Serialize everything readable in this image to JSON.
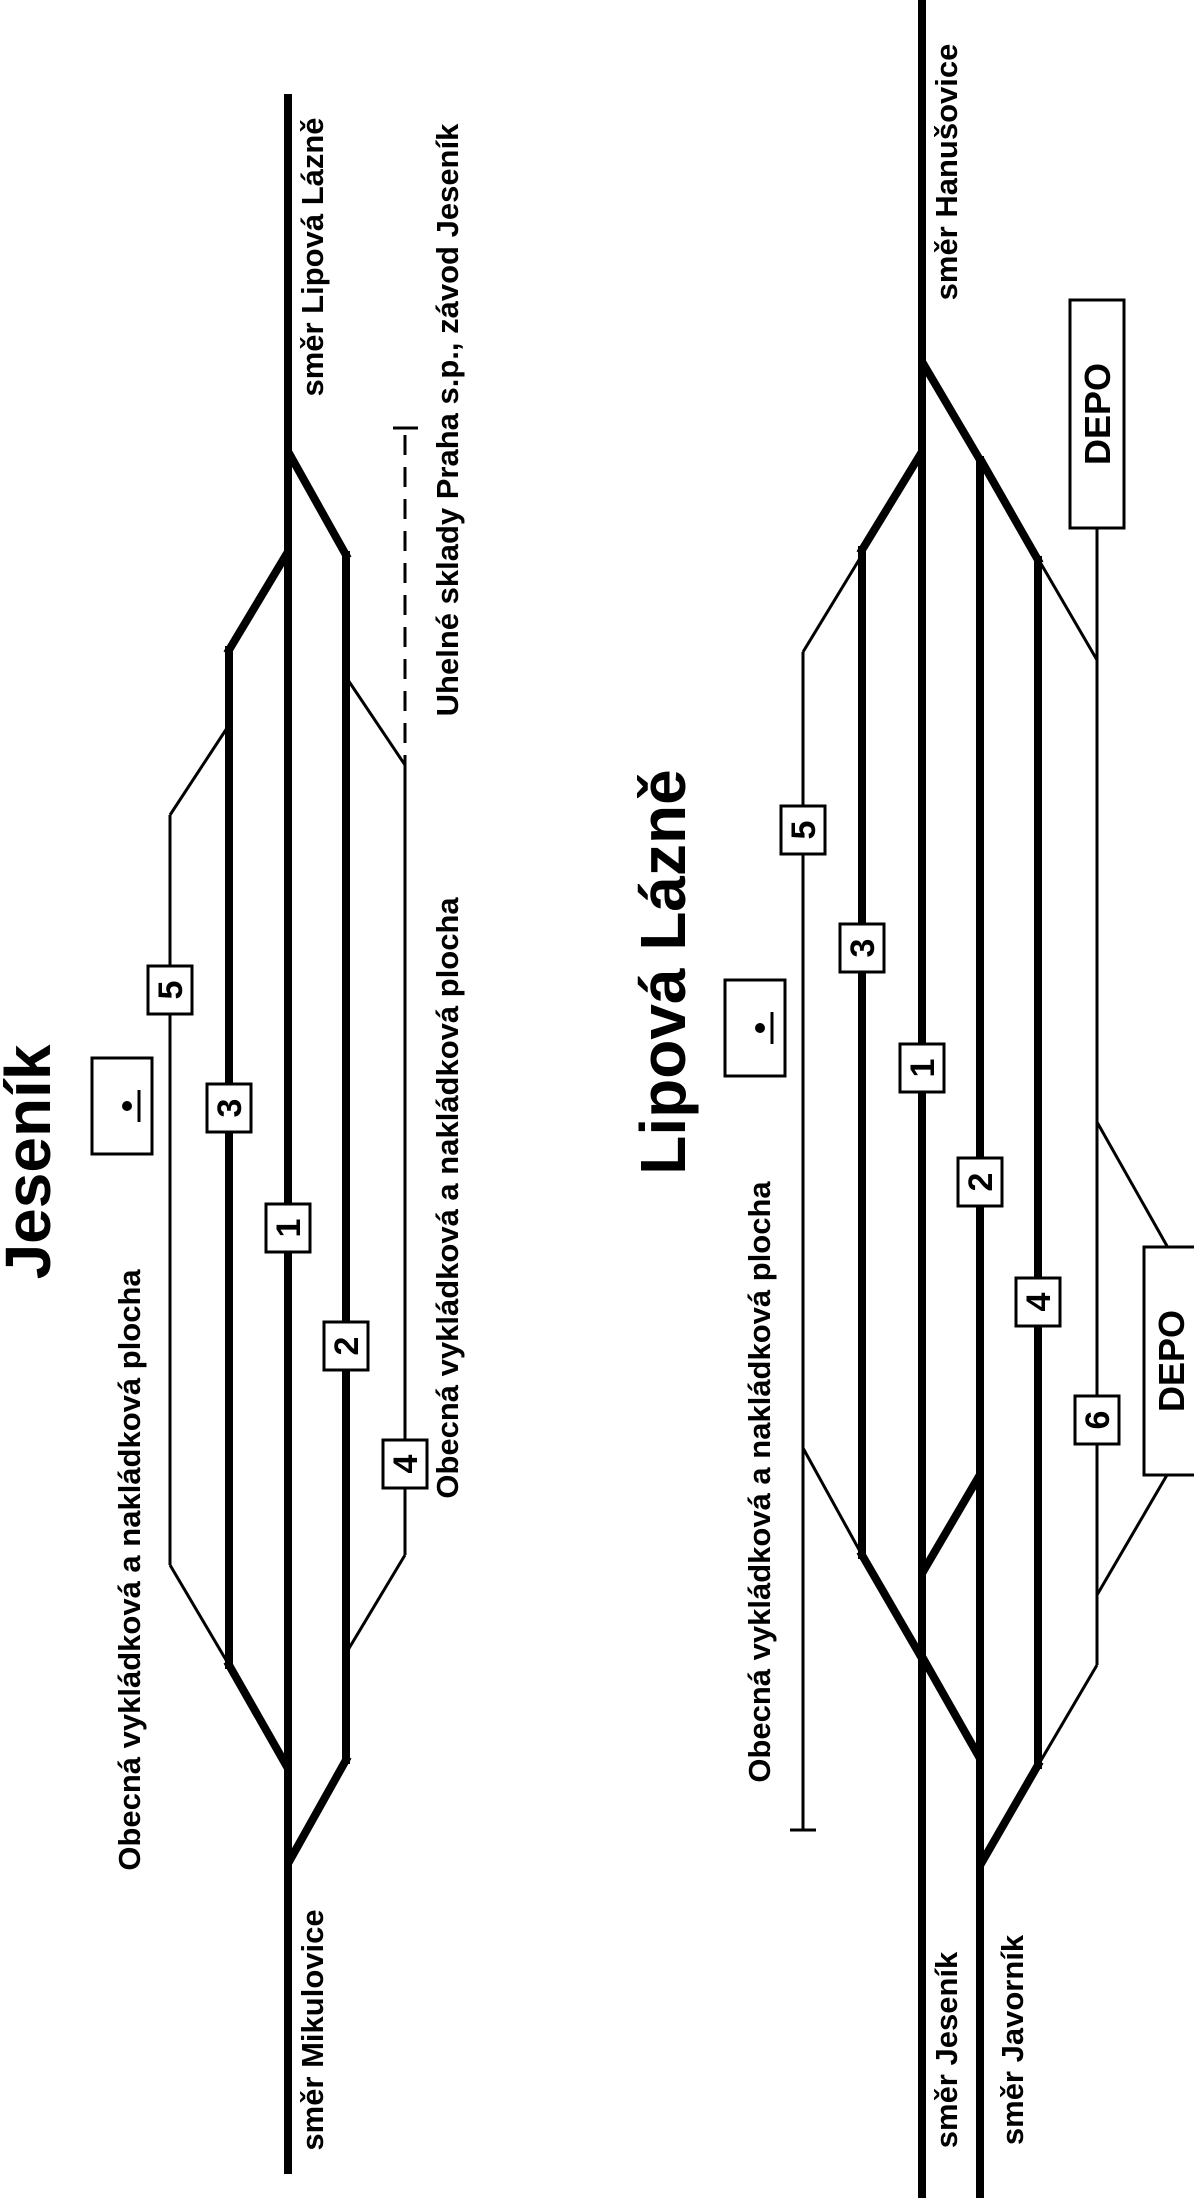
{
  "stations": [
    {
      "name": "Jeseník",
      "labels": {
        "toward_start": "směr Mikulovice",
        "toward_end": "směr Lipová Lázně",
        "loading_area_left": "Obecná vykládková a nakládková plocha",
        "loading_area_right": "Obecná vykládková a nakládková plocha",
        "siding": "Uhelné sklady Praha s.p., závod Jeseník"
      },
      "tracks": [
        "5",
        "3",
        "1",
        "2",
        "4"
      ],
      "station_building_icon": "station-building-icon"
    },
    {
      "name": "Lipová Lázně",
      "labels": {
        "toward_jesenik": "směr Jeseník",
        "toward_javornik": "směr Javorník",
        "toward_hanusovice": "směr Hanušovice",
        "loading_area": "Obecná vykládková a nakládková plocha",
        "depo_top": "DEPO",
        "depo_bottom": "DEPO"
      },
      "tracks": [
        "5",
        "3",
        "1",
        "2",
        "4",
        "6"
      ],
      "station_building_icon": "station-building-icon"
    }
  ]
}
